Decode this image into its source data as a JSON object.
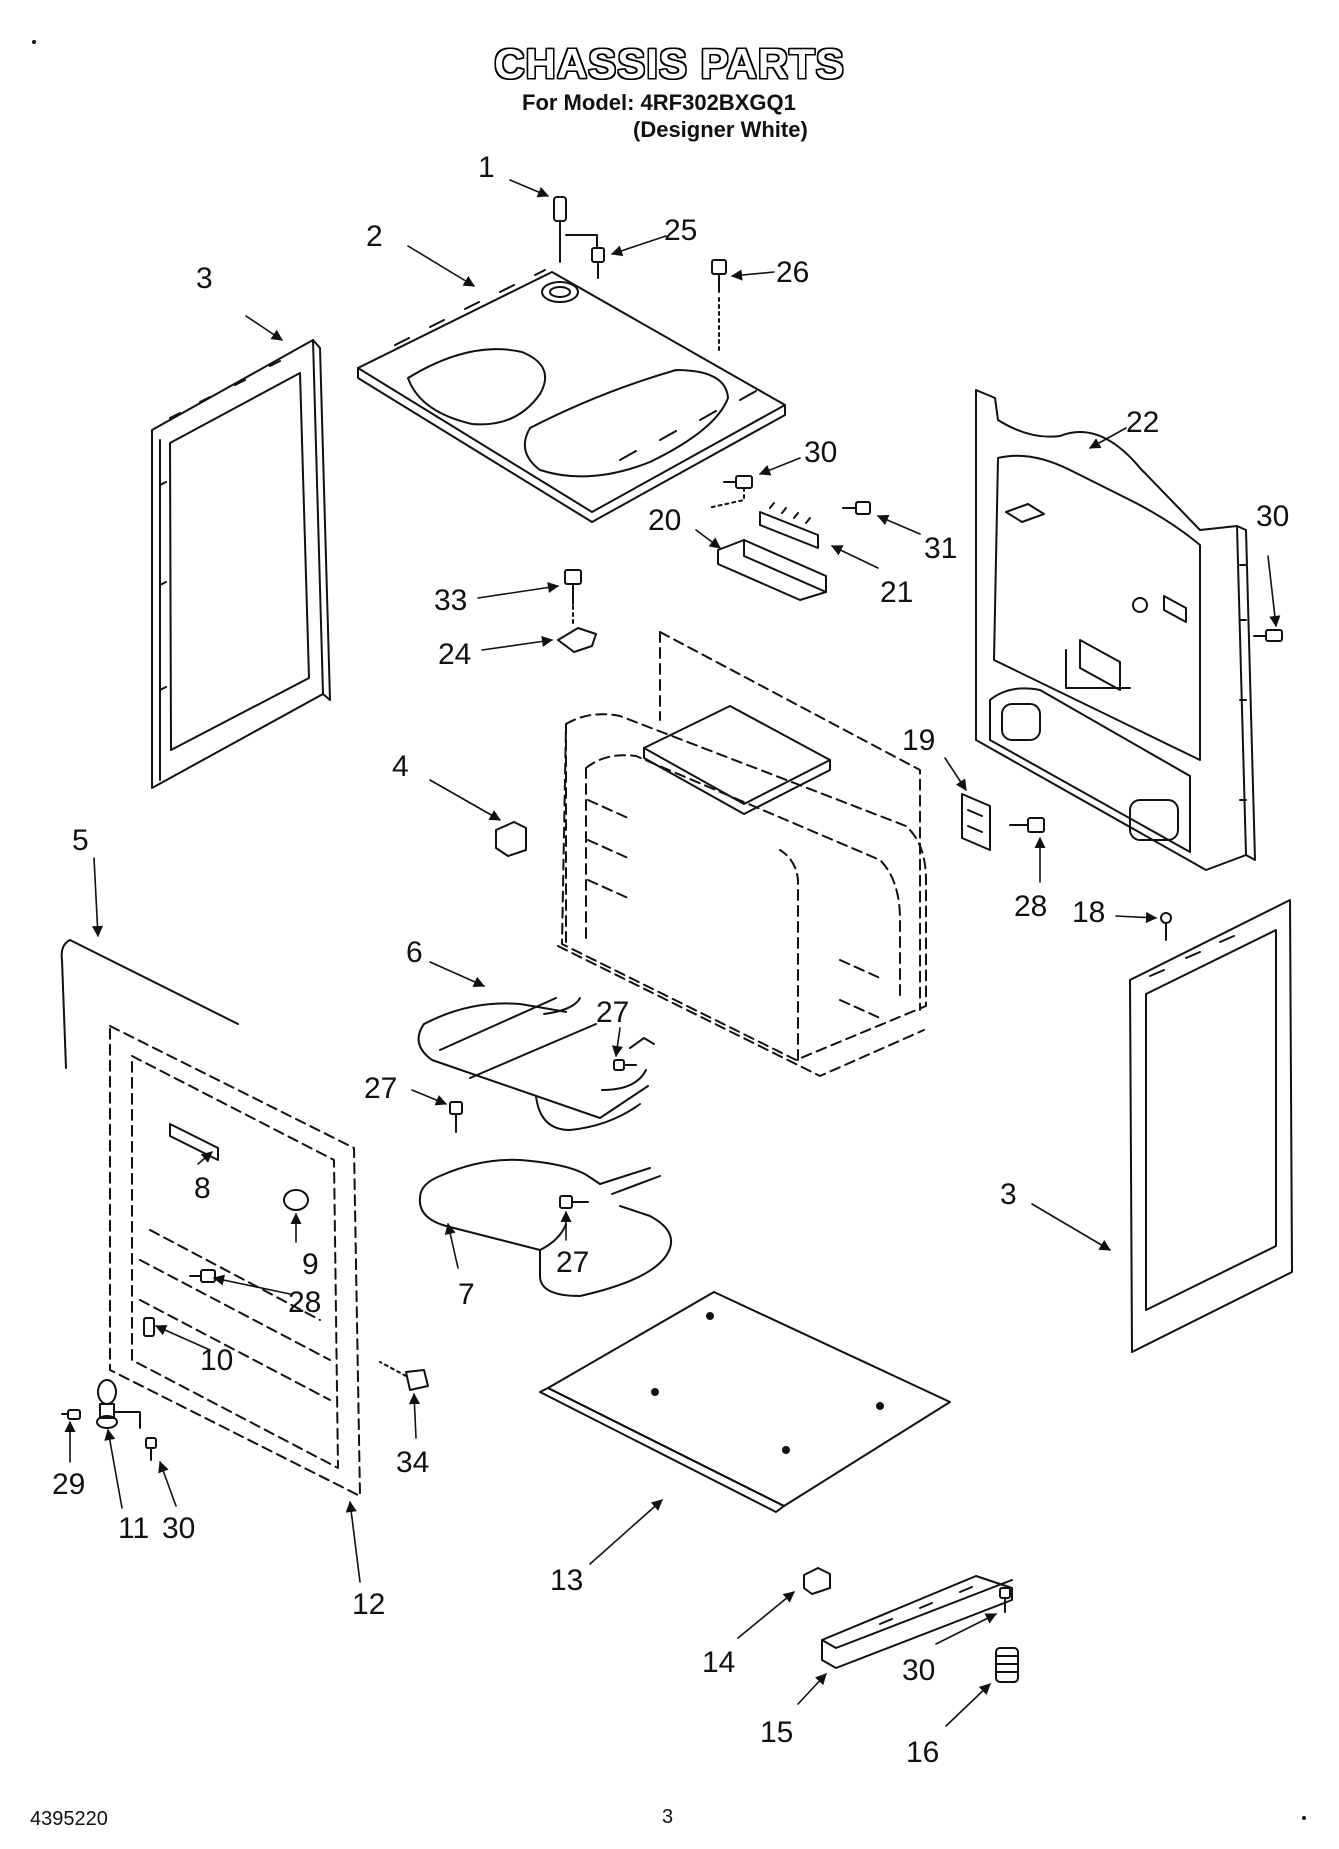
{
  "header": {
    "title": "CHASSIS PARTS",
    "model_line": "For Model: 4RF302BXGQ1",
    "variant_line": "(Designer White)"
  },
  "footer": {
    "document_number": "4395220",
    "page_number": "3"
  },
  "callouts": [
    "1",
    "2",
    "25",
    "26",
    "3",
    "22",
    "30",
    "20",
    "21",
    "31",
    "30",
    "33",
    "24",
    "4",
    "19",
    "28",
    "18",
    "5",
    "6",
    "27",
    "27",
    "8",
    "9",
    "27",
    "7",
    "28",
    "10",
    "3",
    "34",
    "29",
    "11",
    "30",
    "12",
    "13",
    "14",
    "15",
    "30",
    "16"
  ]
}
